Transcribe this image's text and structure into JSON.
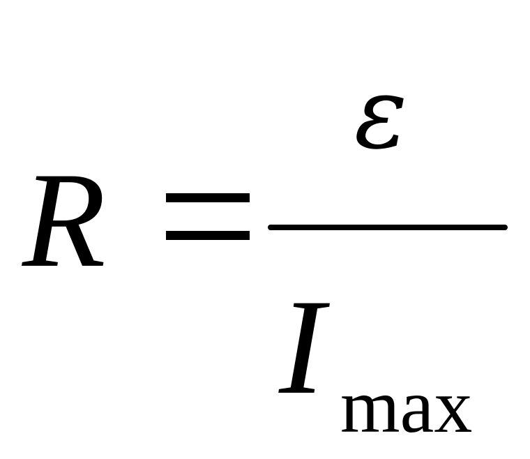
{
  "formula": {
    "lhs": "R",
    "relation": "=",
    "numerator": "ε",
    "denominator": {
      "base": "I",
      "subscript": "max"
    }
  }
}
